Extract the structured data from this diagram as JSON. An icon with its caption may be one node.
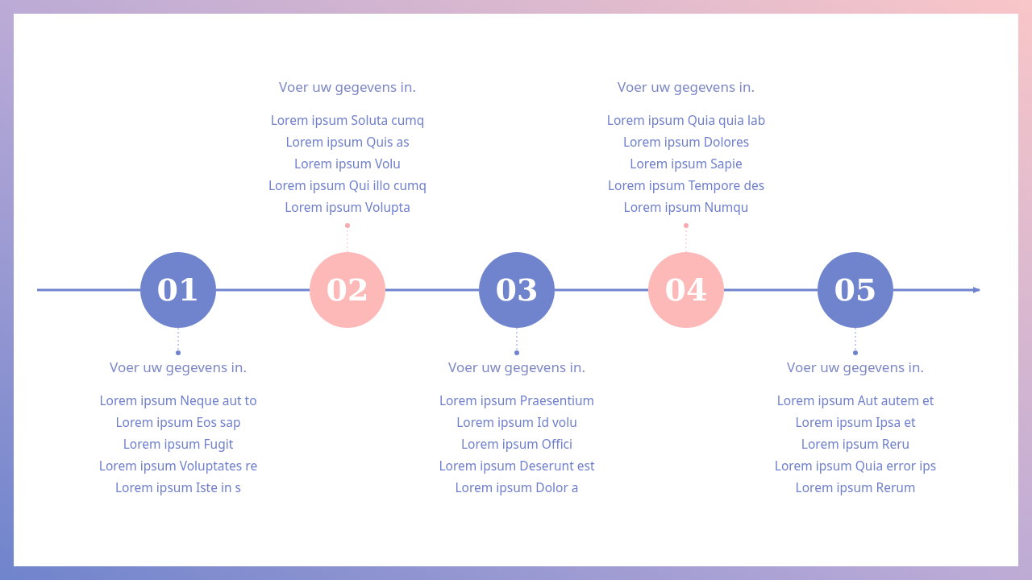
{
  "diagram": {
    "nodes": [
      {
        "text": [
          "01"
        ]
      },
      {
        "text": [
          "02"
        ]
      },
      {
        "text": [
          "03"
        ]
      },
      {
        "text": [
          "04"
        ]
      },
      {
        "text": [
          "05"
        ]
      },
      {
        "text": [
          "Voer uw gegevens in.",
          "Lorem ipsum Neque aut to",
          "Lorem ipsum Eos sap",
          "Lorem ipsum Fugit",
          "Lorem ipsum Voluptates re",
          "Lorem ipsum Iste in s"
        ]
      },
      {
        "text": [
          "Voer uw gegevens in.",
          "Lorem ipsum Soluta cumq",
          "Lorem ipsum Quis as",
          "Lorem ipsum Volu",
          "Lorem ipsum Qui illo cumq",
          "Lorem ipsum Volupta"
        ]
      },
      {
        "text": [
          "Voer uw gegevens in.",
          "Lorem ipsum Praesentium",
          "Lorem ipsum Id volu",
          "Lorem ipsum Offici",
          "Lorem ipsum Deserunt est",
          "Lorem ipsum Dolor a"
        ]
      },
      {
        "text": [
          "Voer uw gegevens in.",
          "Lorem ipsum Quia quia lab",
          "Lorem ipsum Dolores",
          "Lorem ipsum Sapie",
          "Lorem ipsum Tempore des",
          "Lorem ipsum Numqu"
        ]
      },
      {
        "text": [
          "Voer uw gegevens in.",
          "Lorem ipsum Aut autem et",
          "Lorem ipsum Ipsa et",
          "Lorem ipsum Reru",
          "Lorem ipsum Quia error ips",
          "Lorem ipsum Rerum"
        ]
      }
    ],
    "edges": [
      {
        "from": null,
        "to": 0,
        "arrow": "none"
      },
      {
        "from": 0,
        "to": 1,
        "arrow": "none"
      },
      {
        "from": 1,
        "to": 2,
        "arrow": "none"
      },
      {
        "from": 2,
        "to": 3,
        "arrow": "none"
      },
      {
        "from": 3,
        "to": 4,
        "arrow": "none"
      },
      {
        "from": 4,
        "to": null,
        "arrow": "to"
      },
      {
        "from": 0,
        "to": 5,
        "arrow": "other",
        "style": "dashed",
        "color": "#6f84cc"
      },
      {
        "from": 1,
        "to": 6,
        "arrow": "other",
        "style": "dashed",
        "color": "#f7a9b0"
      },
      {
        "from": 2,
        "to": 7,
        "arrow": "other",
        "style": "dashed",
        "color": "#6f84cc"
      },
      {
        "from": 3,
        "to": 8,
        "arrow": "other",
        "style": "dashed",
        "color": "#f7a9b0"
      },
      {
        "from": 4,
        "to": 9,
        "arrow": "other",
        "style": "dashed",
        "color": "#6f84cc"
      }
    ]
  }
}
